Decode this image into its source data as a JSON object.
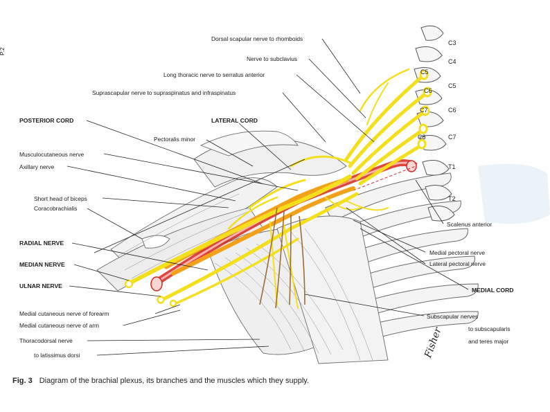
{
  "colors": {
    "nerve_yellow": "#f3df1c",
    "nerve_orange": "#f2a21a",
    "artery_red": "#d8261f",
    "bone": "#f1f1f1",
    "muscle_line": "#7a7a7a",
    "subscapular_brown": "#9c6b3a",
    "accent_blue": "#dde9f3"
  },
  "labels": {
    "dorsal_scapular": "Dorsal scapular nerve to rhomboids",
    "subclavius": "Nerve to subclavius",
    "long_thoracic": "Long thoracic nerve to serratus anterior",
    "suprascapular": "Suprascapular nerve to supraspinatus and infraspinatus",
    "posterior_cord": "POSTERIOR CORD",
    "lateral_cord": "LATERAL CORD",
    "pectoralis_minor": "Pectoralis minor",
    "musculocutaneous": "Musculocutaneous nerve",
    "axillary": "Axillary nerve",
    "short_head_biceps": "Short head of biceps",
    "coracobrachialis": "Coracobrachialis",
    "radial": "RADIAL NERVE",
    "median": "MEDIAN NERVE",
    "ulnar": "ULNAR NERVE",
    "med_cut_forearm": "Medial cutaneous nerve of forearm",
    "med_cut_arm": "Medial cutaneous nerve of arm",
    "thoracodorsal_1": "Thoracodorsal nerve",
    "thoracodorsal_2": "to latissimus dorsi",
    "scalenus": "Scalenus anterior",
    "medial_pectoral": "Medial pectoral nerve",
    "lateral_pectoral": "Lateral pectoral nerve",
    "medial_cord": "MEDIAL CORD",
    "subscapular_1": "Subscapular nerves",
    "subscapular_2": "to subscapularis",
    "subscapular_3": "and teres major"
  },
  "vertebrae": [
    "C3",
    "C4",
    "C5",
    "C6",
    "C7",
    "T1",
    "T2"
  ],
  "roots": [
    "C5",
    "C6",
    "C7",
    "C8"
  ],
  "signature": "Fisher",
  "caption": {
    "figure": "Fig. 3",
    "text": "Diagram of the brachial plexus, its branches and the muscles which they supply."
  },
  "margin_text": "P.2"
}
